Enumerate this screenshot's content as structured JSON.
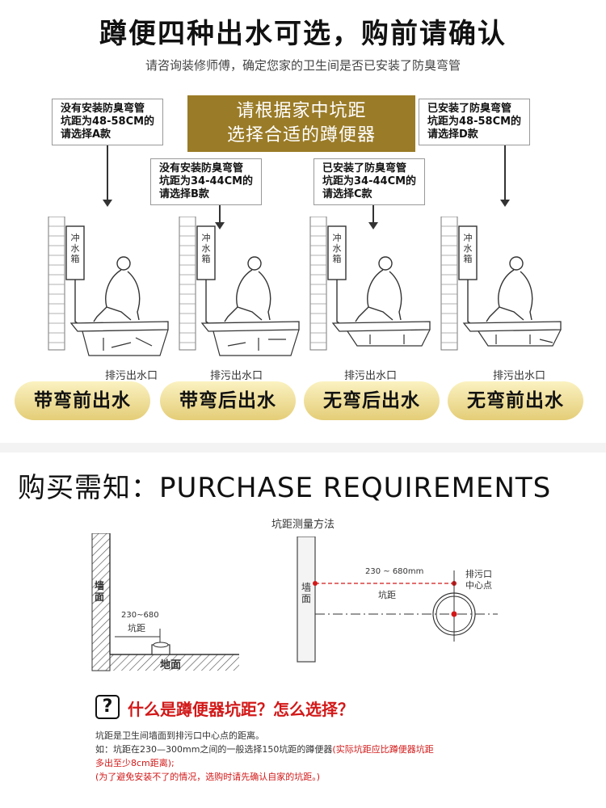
{
  "header": {
    "title": "蹲便四种出水可选，购前请确认",
    "subtitle": "请咨询装修师傅，确定您家的卫生间是否已安装了防臭弯管"
  },
  "center_box": {
    "lines": [
      "请根据家中坑距",
      "选择合适的蹲便器"
    ]
  },
  "callouts": {
    "a": [
      "没有安装防臭弯管",
      "坑距为48-58CM的",
      "请选择A款"
    ],
    "b": [
      "没有安装防臭弯管",
      "坑距为34-44CM的",
      "请选择B款"
    ],
    "c": [
      "已安装了防臭弯管",
      "坑距为34-44CM的",
      "请选择C款"
    ],
    "d": [
      "已安装了防臭弯管",
      "坑距为48-58CM的",
      "请选择D款"
    ]
  },
  "diagram_labels": {
    "tank": [
      "冲",
      "水",
      "箱"
    ],
    "outlet": "排污出水口"
  },
  "types": [
    "带弯前出水",
    "带弯后出水",
    "无弯后出水",
    "无弯前出水"
  ],
  "purchase": {
    "title": "购买需知：PURCHASE REQUIREMENTS",
    "measure_title": "坑距测量方法"
  },
  "left_figure": {
    "wall": [
      "墙",
      "面"
    ],
    "range": "230~680",
    "label": "坑距",
    "floor": "地面"
  },
  "right_figure": {
    "wall": [
      "墙",
      "面"
    ],
    "range": "230 ~ 680mm",
    "label": "坑距",
    "center": [
      "排污口",
      "中心点"
    ]
  },
  "question": {
    "icon": "?",
    "text": "什么是蹲便器坑距？怎么选择？"
  },
  "notes": {
    "line1": "坑距是卫生间墙面到排污口中心点的距离。",
    "line2a": "如：坑距在230—300mm之间的一般选择150坑距的蹲便器",
    "line2b": "(实际坑距应比蹲便器坑距",
    "line3": "多出至少8cm距离);",
    "line4": "(为了避免安装不了的情况，选购时请先确认自家的坑距。)"
  },
  "colors": {
    "gold_box": "#9a7b27",
    "pill_top": "#fbf2c2",
    "pill_bottom": "#e4cd77",
    "red": "#d21818"
  }
}
